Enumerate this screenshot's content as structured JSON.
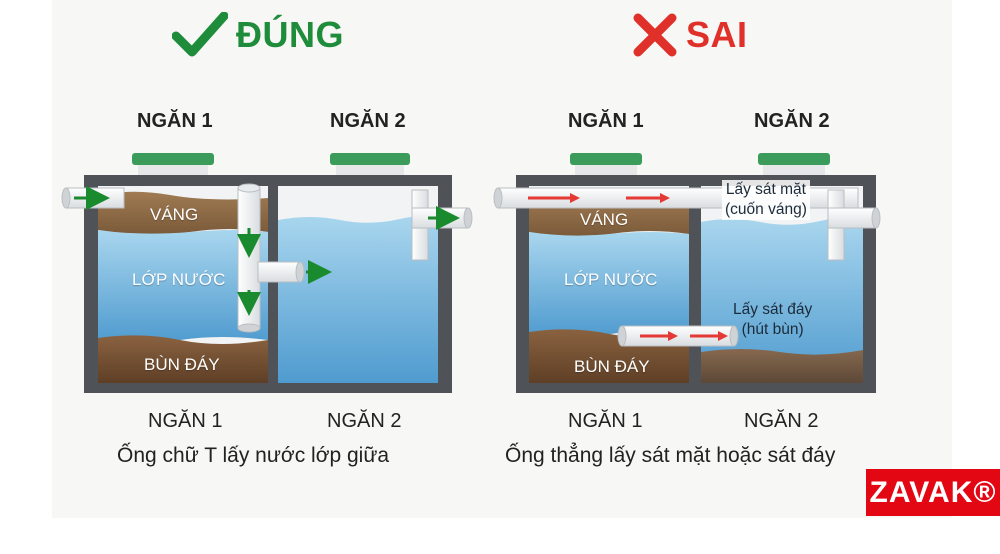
{
  "colors": {
    "correct": "#1e8c3a",
    "wrong": "#e0302a",
    "water": "#79b9dc",
    "sludge": "#7a5536",
    "scum": "#8c6a45",
    "tank_wall": "#4f5358",
    "lid": "#3a9b5a",
    "flow_correct": "#1a8a2e",
    "flow_wrong": "#e53935"
  },
  "correct": {
    "icon": "checkmark-icon",
    "heading": "ĐÚNG",
    "top_labels": [
      "NGĂN 1",
      "NGĂN 2"
    ],
    "layers": {
      "scum": "VÁNG",
      "water": "LỚP NƯỚC",
      "sludge": "BÙN ĐÁY"
    },
    "bottom_labels": [
      "NGĂN 1",
      "NGĂN 2"
    ],
    "caption": "Ống chữ T lấy nước lớp giữa"
  },
  "wrong": {
    "icon": "cross-icon",
    "heading": "SAI",
    "top_labels": [
      "NGĂN 1",
      "NGĂN 2"
    ],
    "layers": {
      "scum": "VÁNG",
      "water": "LỚP NƯỚC",
      "sludge": "BÙN ĐÁY"
    },
    "note_top": [
      "Lấy sát mặt",
      "(cuốn váng)"
    ],
    "note_bottom": [
      "Lấy sát đáy",
      "(hút bùn)"
    ],
    "bottom_labels": [
      "NGĂN 1",
      "NGĂN 2"
    ],
    "caption": "Ống thẳng lấy sát mặt hoặc sát đáy"
  },
  "brand": "ZAVAK®"
}
